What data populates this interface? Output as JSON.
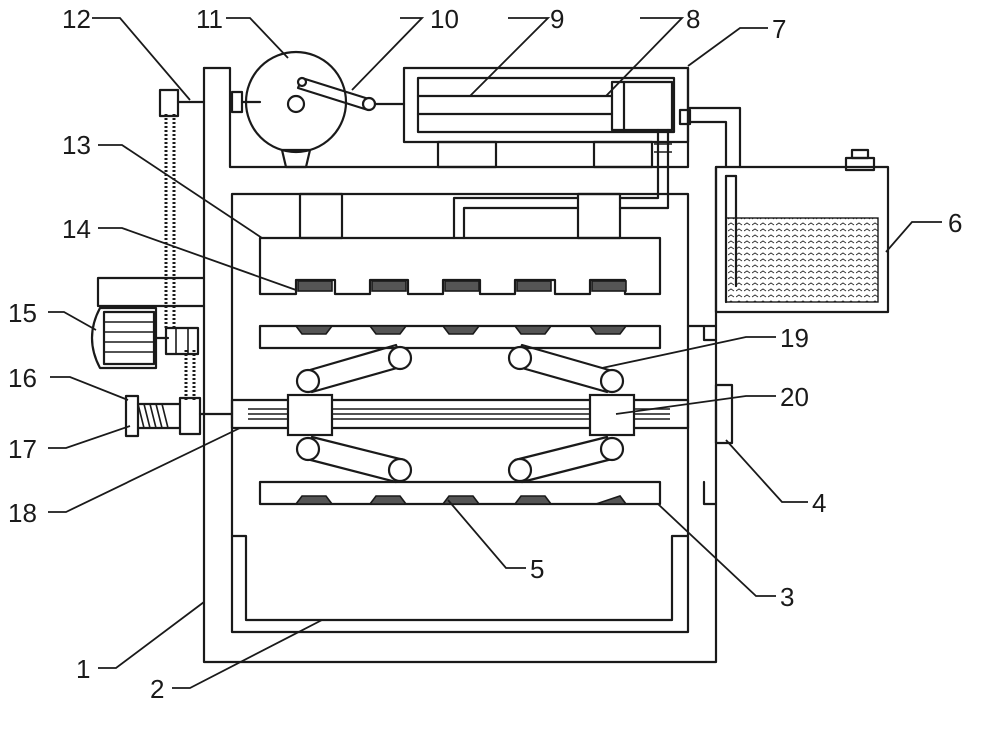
{
  "callouts": [
    {
      "id": "1",
      "text": "1"
    },
    {
      "id": "2",
      "text": "2"
    },
    {
      "id": "3",
      "text": "3"
    },
    {
      "id": "4",
      "text": "4"
    },
    {
      "id": "5",
      "text": "5"
    },
    {
      "id": "6",
      "text": "6"
    },
    {
      "id": "7",
      "text": "7"
    },
    {
      "id": "8",
      "text": "8"
    },
    {
      "id": "9",
      "text": "9"
    },
    {
      "id": "10",
      "text": "10"
    },
    {
      "id": "11",
      "text": "11"
    },
    {
      "id": "12",
      "text": "12"
    },
    {
      "id": "13",
      "text": "13"
    },
    {
      "id": "14",
      "text": "14"
    },
    {
      "id": "15",
      "text": "15"
    },
    {
      "id": "16",
      "text": "16"
    },
    {
      "id": "17",
      "text": "17"
    },
    {
      "id": "18",
      "text": "18"
    },
    {
      "id": "19",
      "text": "19"
    },
    {
      "id": "20",
      "text": "20"
    }
  ],
  "colors": {
    "line": "#1a1a1a",
    "background": "#ffffff",
    "liquid_hatch": "#333333"
  }
}
